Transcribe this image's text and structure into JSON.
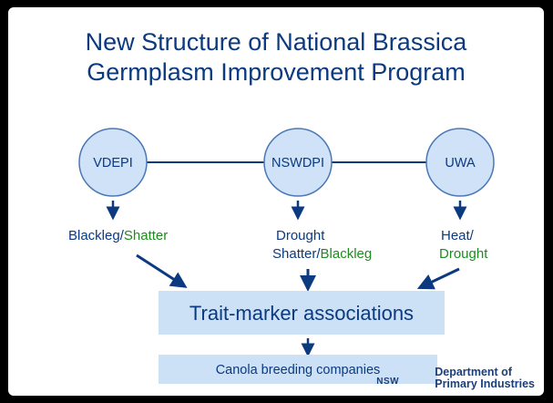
{
  "title": {
    "line1": "New Structure of National Brassica",
    "line2": "Germplasm Improvement Program"
  },
  "nodes": [
    {
      "label": "VDEPI",
      "traits": [
        [
          {
            "text": "Blackleg/",
            "color": "#0b3a80"
          },
          {
            "text": "Shatter",
            "color": "#1f8a1f"
          }
        ]
      ]
    },
    {
      "label": "NSWDPI",
      "traits": [
        [
          {
            "text": "Drought",
            "color": "#0b3a80"
          }
        ],
        [
          {
            "text": "Shatter/",
            "color": "#0b3a80"
          },
          {
            "text": "Blackleg",
            "color": "#1f8a1f"
          }
        ]
      ]
    },
    {
      "label": "UWA",
      "traits": [
        [
          {
            "text": "Heat/",
            "color": "#0b3a80"
          }
        ],
        [
          {
            "text": "Drought",
            "color": "#1f8a1f"
          }
        ]
      ]
    }
  ],
  "boxes": {
    "trait_marker": "Trait-marker associations",
    "canola": "Canola breeding companies"
  },
  "logo": {
    "line1": "Department of",
    "line2": "Primary Industries",
    "agency": "NSW"
  },
  "colors": {
    "primary": "#0b3a80",
    "green": "#1f8a1f",
    "circle_fill": "#cfe2f8",
    "box_fill": "#cde1f6"
  }
}
